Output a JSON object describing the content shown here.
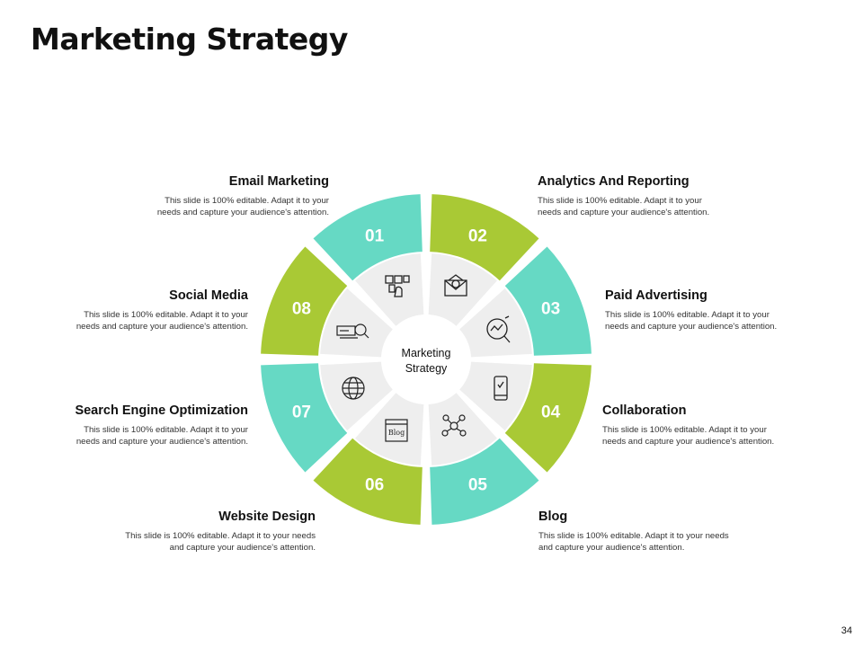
{
  "slide": {
    "title": "Marketing Strategy",
    "page_number": "34"
  },
  "center": {
    "line1": "Marketing",
    "line2": "Strategy"
  },
  "colors": {
    "teal": "#66d9c4",
    "green": "#a9c935",
    "inner_gray": "#eeeeee"
  },
  "segments": [
    {
      "number": "01",
      "title": "Email Marketing",
      "icon": "marketing-ideas-icon",
      "color": "teal",
      "desc1": "This slide is 100% editable. Adapt it to your",
      "desc2": "needs and capture your audience's attention."
    },
    {
      "number": "02",
      "title": "Analytics And Reporting",
      "icon": "email-icon",
      "color": "green",
      "desc1": "This slide is 100% editable. Adapt it to your",
      "desc2": "needs and capture your audience's attention."
    },
    {
      "number": "03",
      "title": "Paid Advertising",
      "icon": "analytics-magnifier-icon",
      "color": "teal",
      "desc1": "This slide is 100% editable. Adapt it to your",
      "desc2": "needs and capture your audience's attention."
    },
    {
      "number": "04",
      "title": "Collaboration",
      "icon": "paid-mobile-icon",
      "color": "green",
      "desc1": "This slide is 100% editable. Adapt it to your",
      "desc2": "needs and capture your audience's attention."
    },
    {
      "number": "05",
      "title": "Blog",
      "icon": "network-icon",
      "color": "teal",
      "desc1": "This slide is 100% editable. Adapt it to your needs",
      "desc2": "and capture your audience's attention."
    },
    {
      "number": "06",
      "title": "Website Design",
      "icon": "blog-icon",
      "color": "green",
      "desc1": "This slide is 100% editable. Adapt it to your needs",
      "desc2": "and capture your audience's attention."
    },
    {
      "number": "07",
      "title": "Search Engine Optimization",
      "icon": "globe-icon",
      "color": "teal",
      "desc1": "This slide is 100% editable. Adapt it to your",
      "desc2": "needs and capture your audience's attention."
    },
    {
      "number": "08",
      "title": "Social Media",
      "icon": "search-engine-icon",
      "color": "green",
      "desc1": "This slide is 100% editable. Adapt it to your",
      "desc2": "needs and capture your audience's attention."
    }
  ]
}
